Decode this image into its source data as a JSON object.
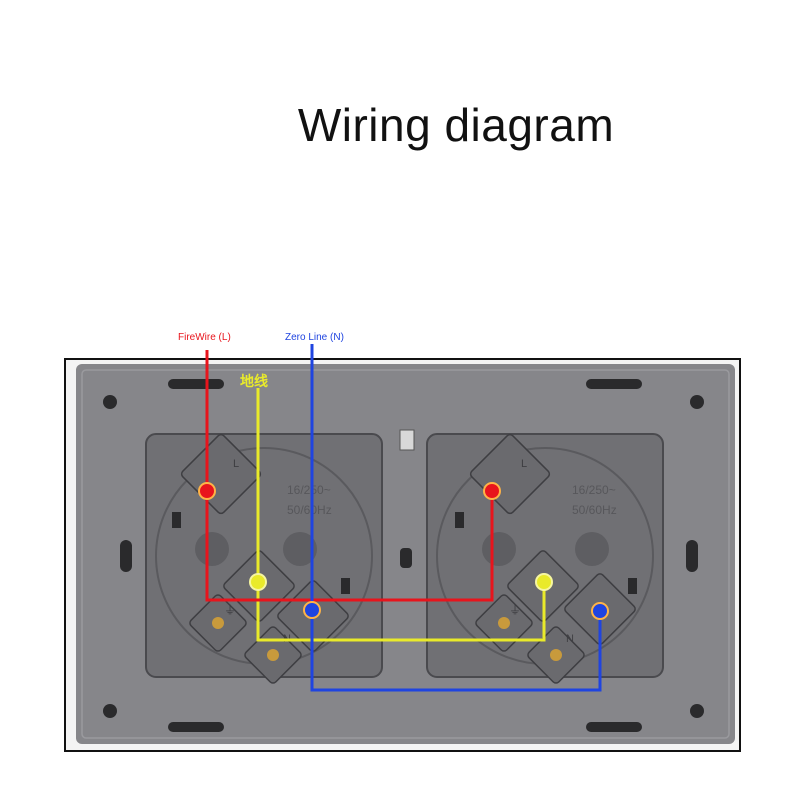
{
  "title": "Wiring diagram",
  "labels": {
    "live": "FireWire (L)",
    "neutral": "Zero Line (N)",
    "earth": "地线"
  },
  "socket_markings": {
    "rating_line1": "16/250~",
    "rating_line2": "50/60Hz",
    "live_terminal": "L",
    "neutral_terminal": "N",
    "earth_symbol": "⏚"
  },
  "colors": {
    "live": "#e8141c",
    "earth": "#e9ea2a",
    "neutral": "#1f44e0",
    "plate": "#86868a",
    "socket": "#707074"
  }
}
